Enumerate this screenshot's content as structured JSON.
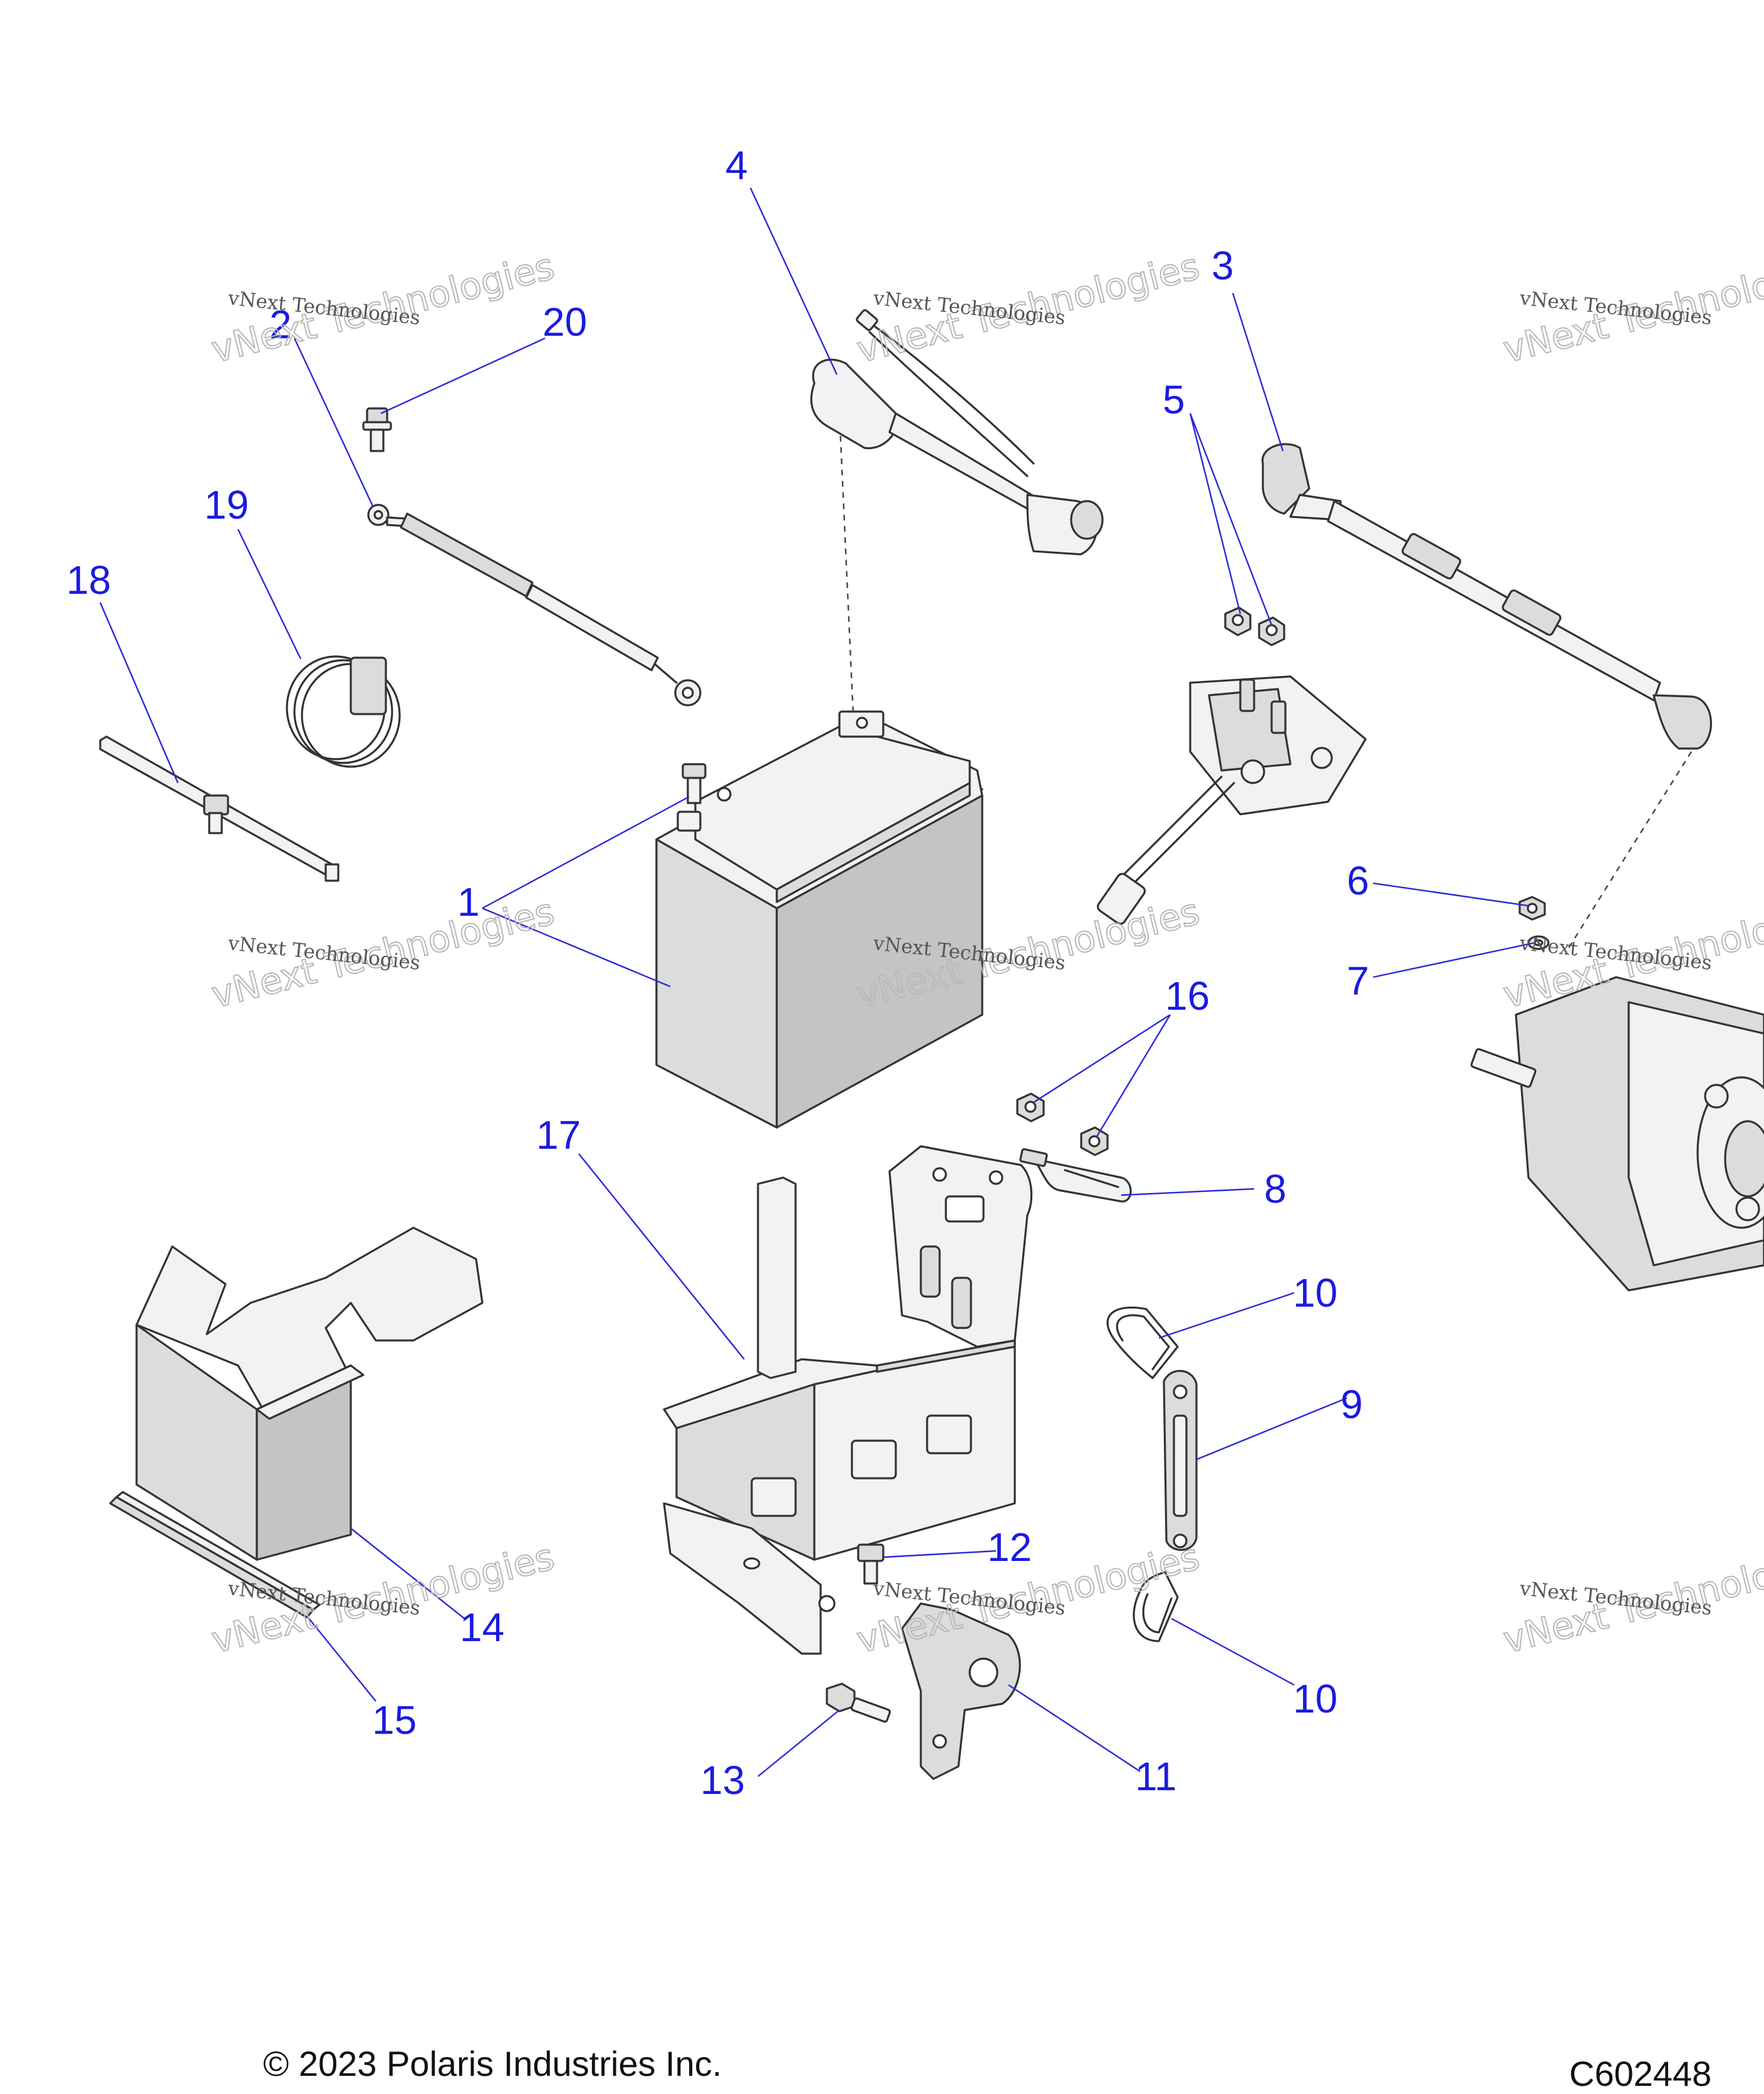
{
  "callouts": [
    {
      "id": "1",
      "label": "1"
    },
    {
      "id": "2",
      "label": "2"
    },
    {
      "id": "3",
      "label": "3"
    },
    {
      "id": "4",
      "label": "4"
    },
    {
      "id": "5",
      "label": "5"
    },
    {
      "id": "6",
      "label": "6"
    },
    {
      "id": "7",
      "label": "7"
    },
    {
      "id": "8",
      "label": "8"
    },
    {
      "id": "9",
      "label": "9"
    },
    {
      "id": "10a",
      "label": "10"
    },
    {
      "id": "10b",
      "label": "10"
    },
    {
      "id": "11",
      "label": "11"
    },
    {
      "id": "12",
      "label": "12"
    },
    {
      "id": "13",
      "label": "13"
    },
    {
      "id": "14",
      "label": "14"
    },
    {
      "id": "15",
      "label": "15"
    },
    {
      "id": "16",
      "label": "16"
    },
    {
      "id": "17",
      "label": "17"
    },
    {
      "id": "18",
      "label": "18"
    },
    {
      "id": "19",
      "label": "19"
    },
    {
      "id": "20",
      "label": "20"
    }
  ],
  "watermark": {
    "line1": "vNext Technologies",
    "outline": "vNext Technologies"
  },
  "footer": {
    "copyright": "© 2023 Polaris Industries Inc.",
    "figure_id": "C602448"
  },
  "colors": {
    "callout": "#1a1ae0",
    "line": "#333333",
    "part_fill": "#dcdcdc"
  }
}
